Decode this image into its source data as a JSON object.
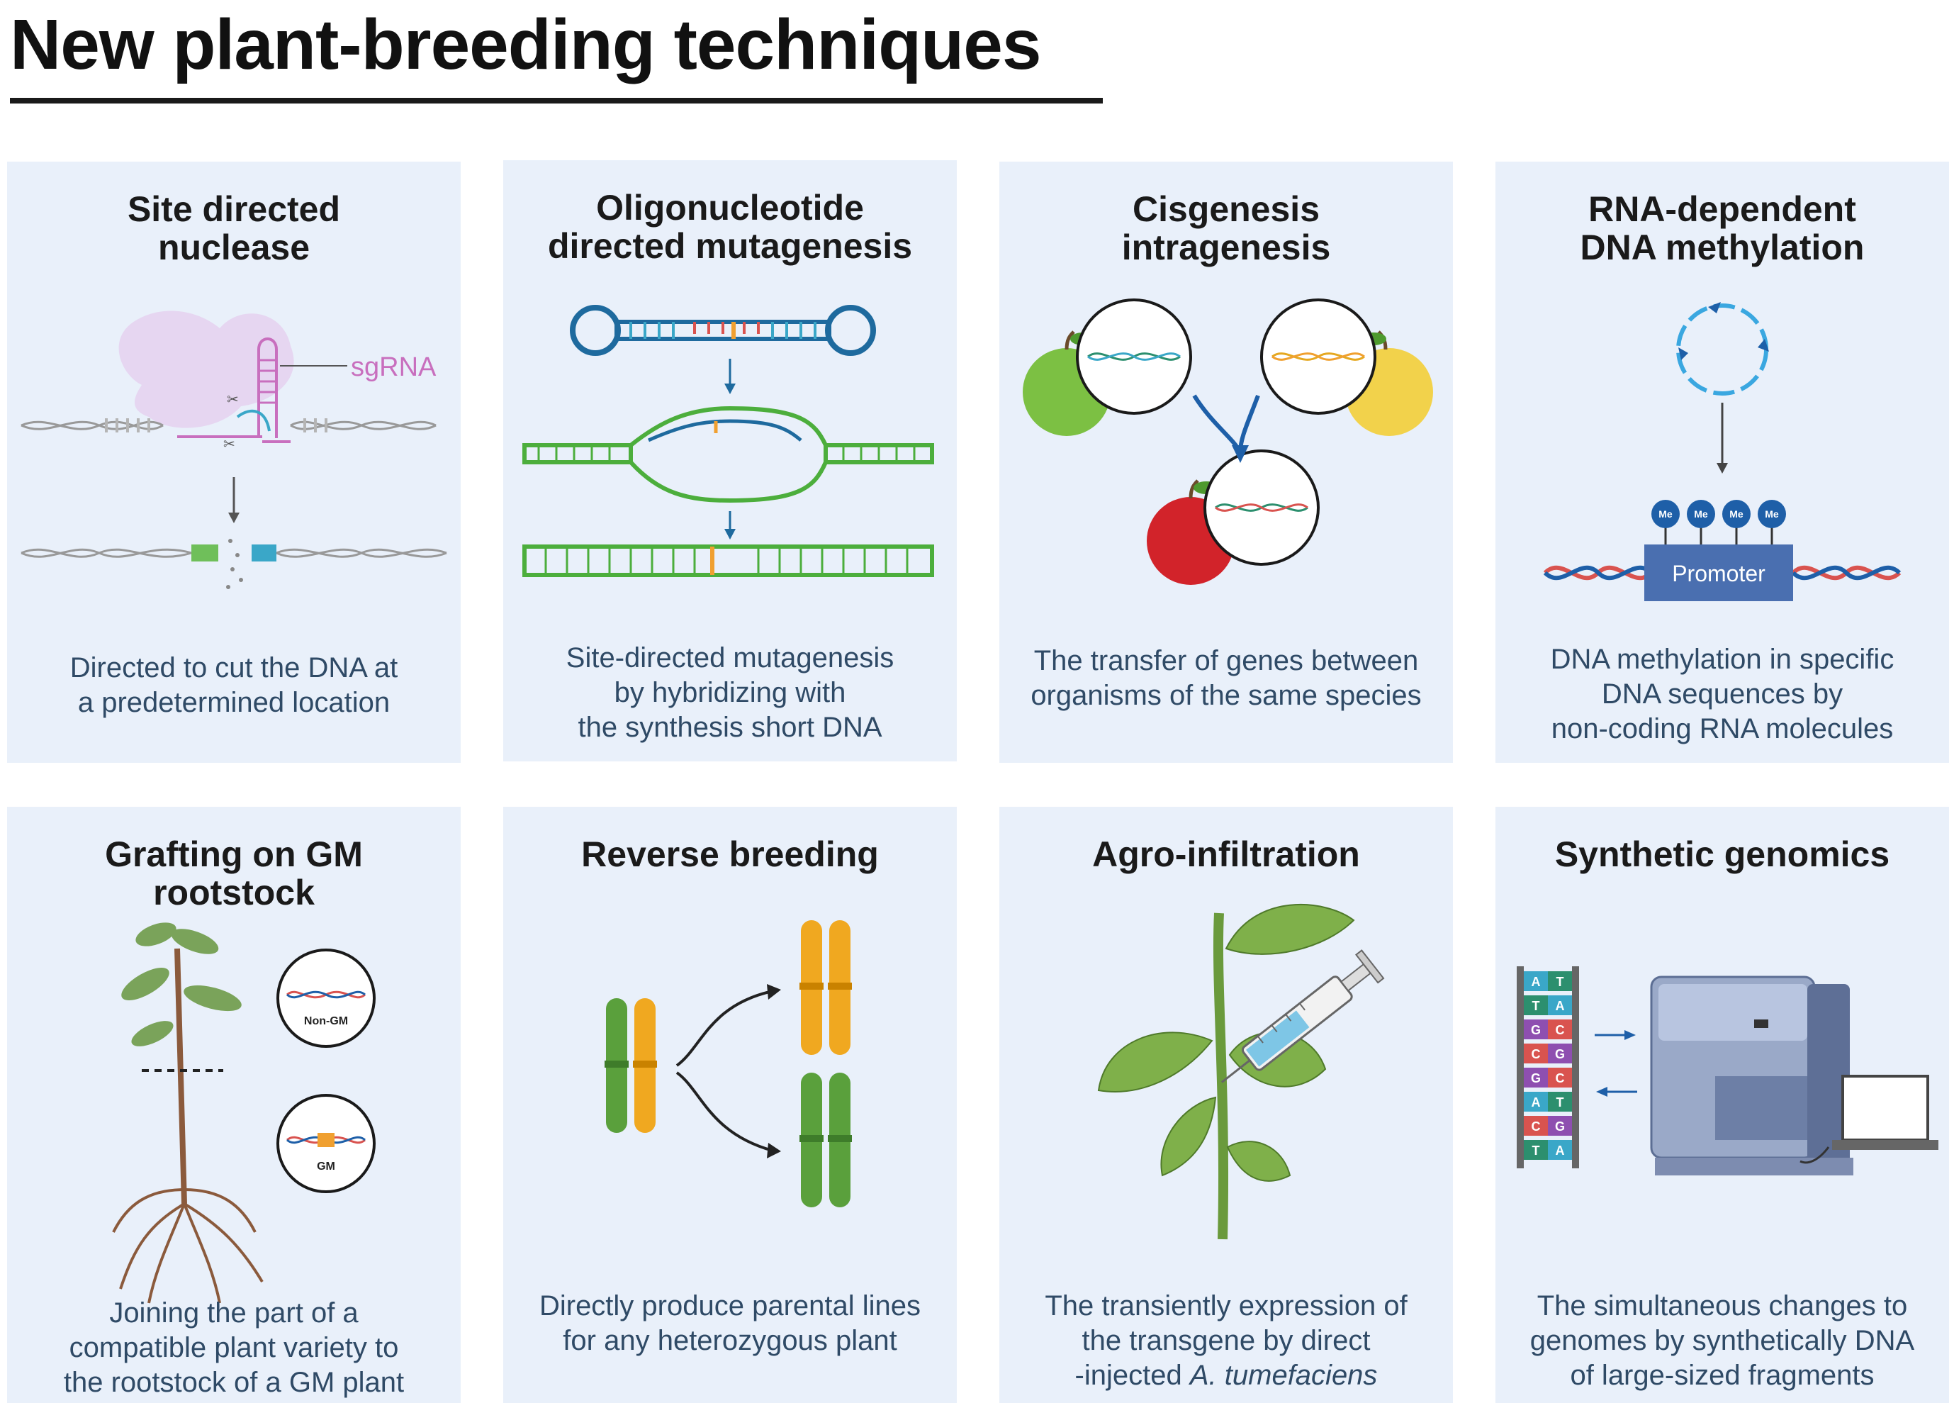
{
  "title": "New plant-breeding techniques",
  "cards": [
    {
      "title_lines": [
        "Site directed",
        "nuclease"
      ],
      "desc_lines": [
        "Directed to cut the DNA at",
        "a predetermined location"
      ],
      "label": "sgRNA"
    },
    {
      "title_lines": [
        "Oligonucleotide",
        "directed mutagenesis"
      ],
      "desc_lines": [
        "Site-directed mutagenesis",
        "by hybridizing with",
        "the synthesis short DNA"
      ]
    },
    {
      "title_lines": [
        "Cisgenesis",
        "intragenesis"
      ],
      "desc_lines": [
        "The transfer of genes between",
        "organisms of the same species"
      ]
    },
    {
      "title_lines": [
        "RNA-dependent",
        "DNA methylation"
      ],
      "desc_lines": [
        "DNA methylation in specific",
        "DNA sequences by",
        "non-coding RNA molecules"
      ],
      "box_label": "Promoter",
      "me_label": "Me"
    },
    {
      "title_lines": [
        "Grafting on GM",
        "rootstock"
      ],
      "desc_lines": [
        "Joining the part of a",
        "compatible plant variety to",
        "the rootstock of a GM plant"
      ],
      "label_top": "Non-GM",
      "label_bottom": "GM"
    },
    {
      "title_lines": [
        "Reverse breeding"
      ],
      "desc_lines": [
        "Directly produce parental lines",
        "for any heterozygous plant"
      ]
    },
    {
      "title_lines": [
        "Agro-infiltration"
      ],
      "desc_lines": [
        "The transiently expression of",
        "the transgene by direct"
      ],
      "desc_last_prefix": "-injected ",
      "desc_last_italic": "A. tumefaciens"
    },
    {
      "title_lines": [
        "Synthetic genomics"
      ],
      "desc_lines": [
        "The simultaneous changes to",
        "genomes by synthetically DNA",
        "of large-sized fragments"
      ],
      "base_pairs": [
        [
          "A",
          "T"
        ],
        [
          "T",
          "A"
        ],
        [
          "G",
          "C"
        ],
        [
          "C",
          "G"
        ],
        [
          "G",
          "C"
        ],
        [
          "A",
          "T"
        ],
        [
          "C",
          "G"
        ],
        [
          "T",
          "A"
        ]
      ]
    }
  ]
}
